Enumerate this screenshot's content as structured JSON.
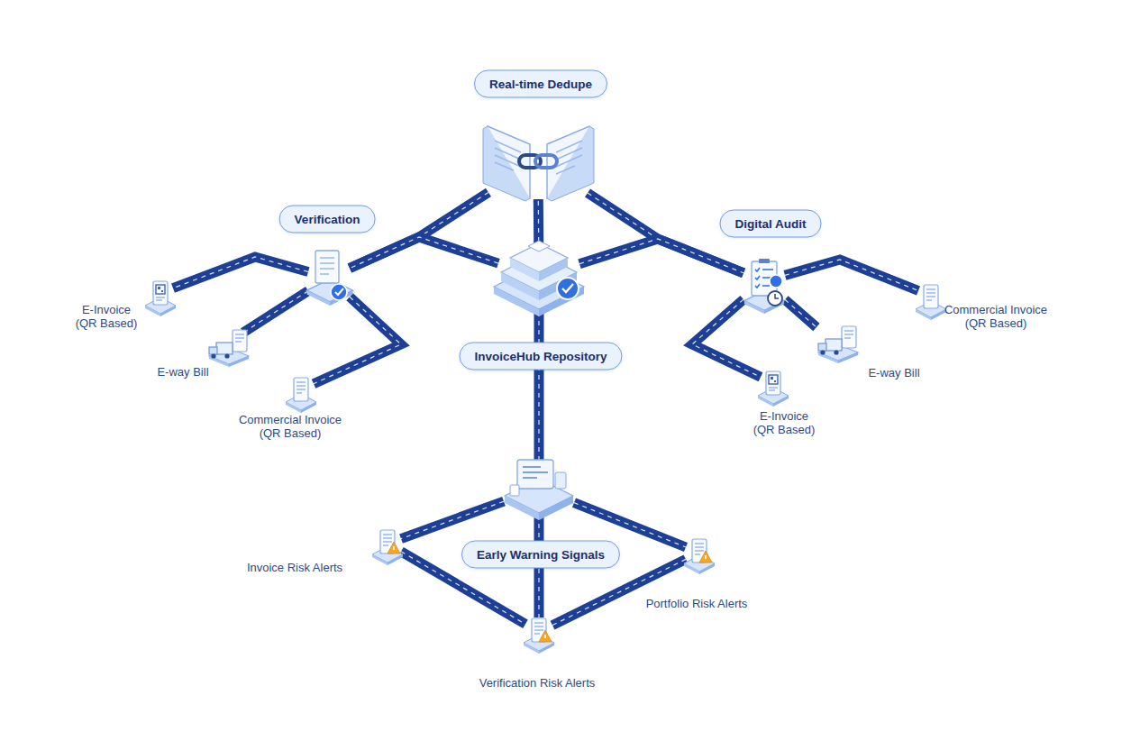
{
  "diagram": {
    "nodes": [
      {
        "text": [
          "Real-time Dedupe"
        ]
      },
      {
        "text": [
          "Verification"
        ]
      },
      {
        "text": [
          "Digital Audit"
        ]
      },
      {
        "text": [
          "E-Invoice (QR Based)"
        ]
      },
      {
        "text": [
          "Commercial Invoice (QR Based)"
        ]
      },
      {
        "text": [
          "E-way Bill"
        ]
      },
      {
        "text": [
          "InvoiceHub Repository"
        ]
      },
      {
        "text": [
          "E-way Bill"
        ]
      },
      {
        "text": [
          "Commercial Invoice (QR Based)"
        ]
      },
      {
        "text": [
          "E-Invoice (QR Based)"
        ]
      },
      {
        "text": [
          "Early Warning Signals"
        ]
      },
      {
        "text": [
          "Invoice Risk Alerts"
        ]
      },
      {
        "text": [
          "Portfolio Risk Alerts"
        ]
      },
      {
        "text": [
          "Verification Risk Alerts"
        ]
      }
    ],
    "edges": [
      {
        "from": 6,
        "to": 0,
        "arrow": "none"
      },
      {
        "from": 0,
        "to": 1,
        "arrow": "none"
      },
      {
        "from": 6,
        "to": 1,
        "arrow": "none"
      },
      {
        "from": 0,
        "to": 2,
        "arrow": "none"
      },
      {
        "from": 6,
        "to": 2,
        "arrow": "none"
      },
      {
        "from": 1,
        "to": 3,
        "arrow": "none"
      },
      {
        "from": 1,
        "to": 5,
        "arrow": "none"
      },
      {
        "from": 1,
        "to": 8,
        "arrow": "none"
      },
      {
        "from": 2,
        "to": 4,
        "arrow": "none"
      },
      {
        "from": 2,
        "to": 7,
        "arrow": "none"
      },
      {
        "from": 2,
        "to": 9,
        "arrow": "none"
      },
      {
        "from": 6,
        "to": 10,
        "arrow": "none"
      },
      {
        "from": 10,
        "to": 11,
        "arrow": "none"
      },
      {
        "from": 10,
        "to": 12,
        "arrow": "none"
      },
      {
        "from": 10,
        "to": 13,
        "arrow": "none"
      },
      {
        "from": 11,
        "to": 13,
        "arrow": "none"
      },
      {
        "from": 12,
        "to": 13,
        "arrow": "none"
      }
    ]
  }
}
